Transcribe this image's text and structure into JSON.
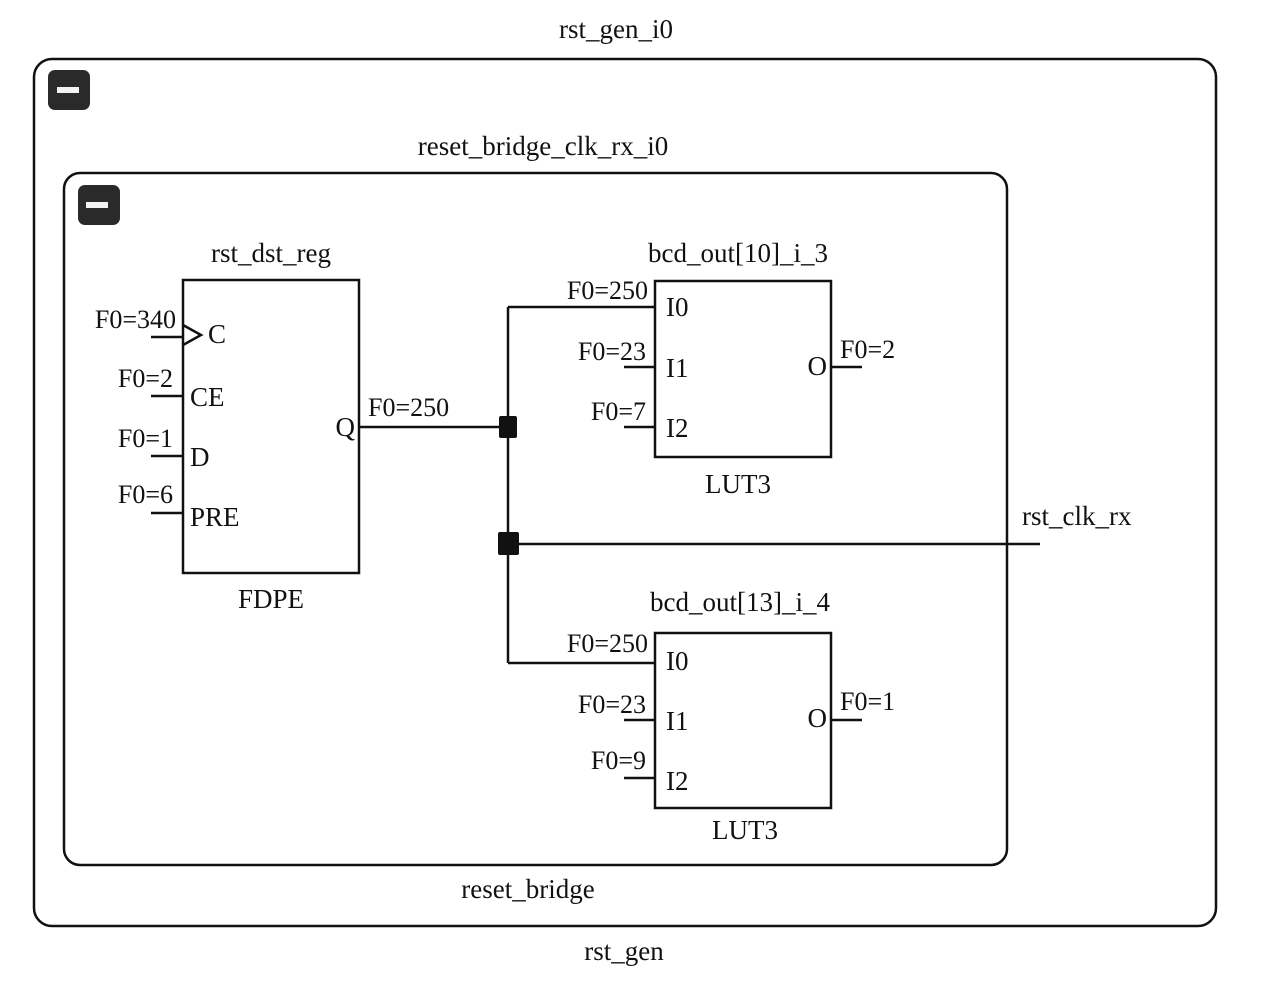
{
  "modules": {
    "outer": {
      "instance_name": "rst_gen_i0",
      "type_name": "rst_gen",
      "collapse_icon": "collapse-minus-icon"
    },
    "inner": {
      "instance_name": "reset_bridge_clk_rx_i0",
      "type_name": "reset_bridge",
      "collapse_icon": "collapse-minus-icon"
    }
  },
  "cells": {
    "ff": {
      "instance_name": "rst_dst_reg",
      "type_name": "FDPE",
      "inputs": [
        {
          "pin": "C",
          "fanout": "F0=340",
          "clock": true
        },
        {
          "pin": "CE",
          "fanout": "F0=2"
        },
        {
          "pin": "D",
          "fanout": "F0=1"
        },
        {
          "pin": "PRE",
          "fanout": "F0=6"
        }
      ],
      "output": {
        "pin": "Q",
        "fanout": "F0=250"
      }
    },
    "lut_a": {
      "instance_name": "bcd_out[10]_i_3",
      "type_name": "LUT3",
      "inputs": [
        {
          "pin": "I0",
          "fanout": "F0=250"
        },
        {
          "pin": "I1",
          "fanout": "F0=23"
        },
        {
          "pin": "I2",
          "fanout": "F0=7"
        }
      ],
      "output": {
        "pin": "O",
        "fanout": "F0=2"
      }
    },
    "lut_b": {
      "instance_name": "bcd_out[13]_i_4",
      "type_name": "LUT3",
      "inputs": [
        {
          "pin": "I0",
          "fanout": "F0=250"
        },
        {
          "pin": "I1",
          "fanout": "F0=23"
        },
        {
          "pin": "I2",
          "fanout": "F0=9"
        }
      ],
      "output": {
        "pin": "O",
        "fanout": "F0=1"
      }
    }
  },
  "ports": {
    "output_port": "rst_clk_rx"
  }
}
